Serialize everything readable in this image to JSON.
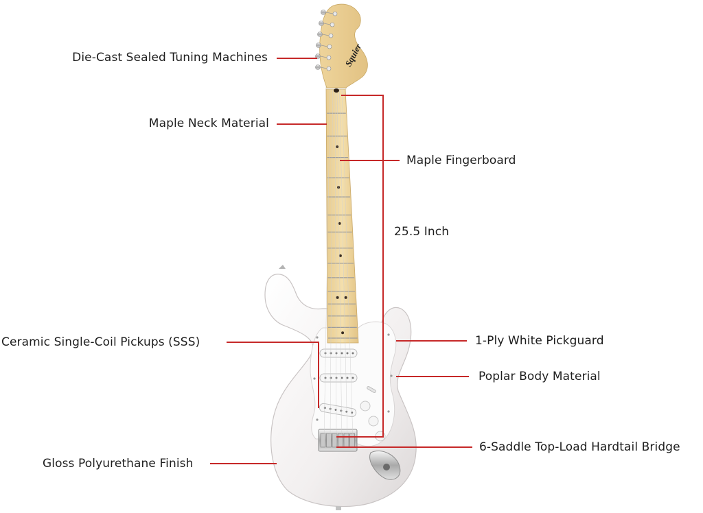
{
  "labels": {
    "tuners": "Die-Cast Sealed Tuning Machines",
    "neck": "Maple Neck Material",
    "fingerboard": "Maple Fingerboard",
    "scale": "25.5 Inch",
    "pickups": "Ceramic Single-Coil Pickups (SSS)",
    "pickguard": "1-Ply White Pickguard",
    "body": "Poplar Body Material",
    "finish": "Gloss Polyurethane Finish",
    "bridge": "6-Saddle Top-Load Hardtail Bridge"
  },
  "headstock_logo": "Squier",
  "colors": {
    "leader_line": "#c62828",
    "body": "#f3f0f0",
    "maple": "#f0d9a4",
    "pickguard": "#fbfbfb",
    "text": "#1e1e1e"
  }
}
